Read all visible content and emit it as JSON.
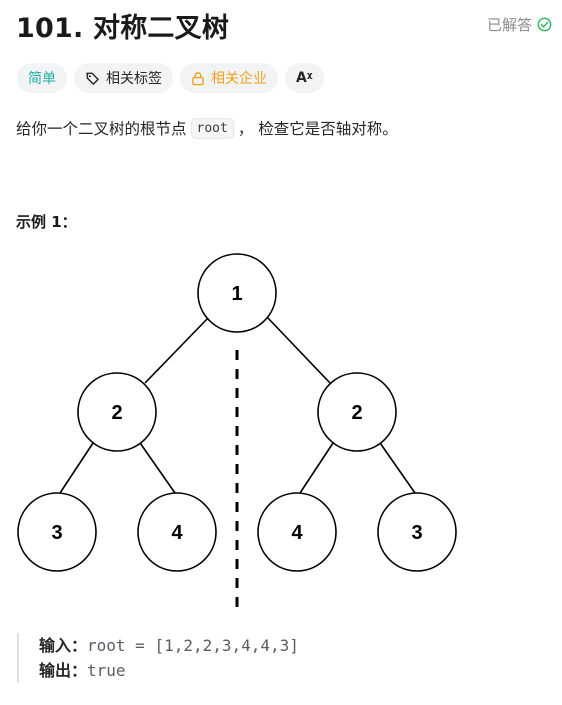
{
  "problem": {
    "title": "101. 对称二叉树",
    "status": "已解答",
    "status_color": "#2db55d"
  },
  "tags": {
    "difficulty": "简单",
    "topics": "相关标签",
    "companies": "相关企业",
    "translate_icon": "Aᵡ"
  },
  "description": {
    "prefix": "给你一个二叉树的根节点",
    "code": "root",
    "suffix": "， 检查它是否轴对称。"
  },
  "example": {
    "title": "示例 1：",
    "input_label": "输入：",
    "input_value": "root = [1,2,2,3,4,4,3]",
    "output_label": "输出：",
    "output_value": "true"
  },
  "tree_nodes": [
    "1",
    "2",
    "2",
    "3",
    "4",
    "4",
    "3"
  ]
}
